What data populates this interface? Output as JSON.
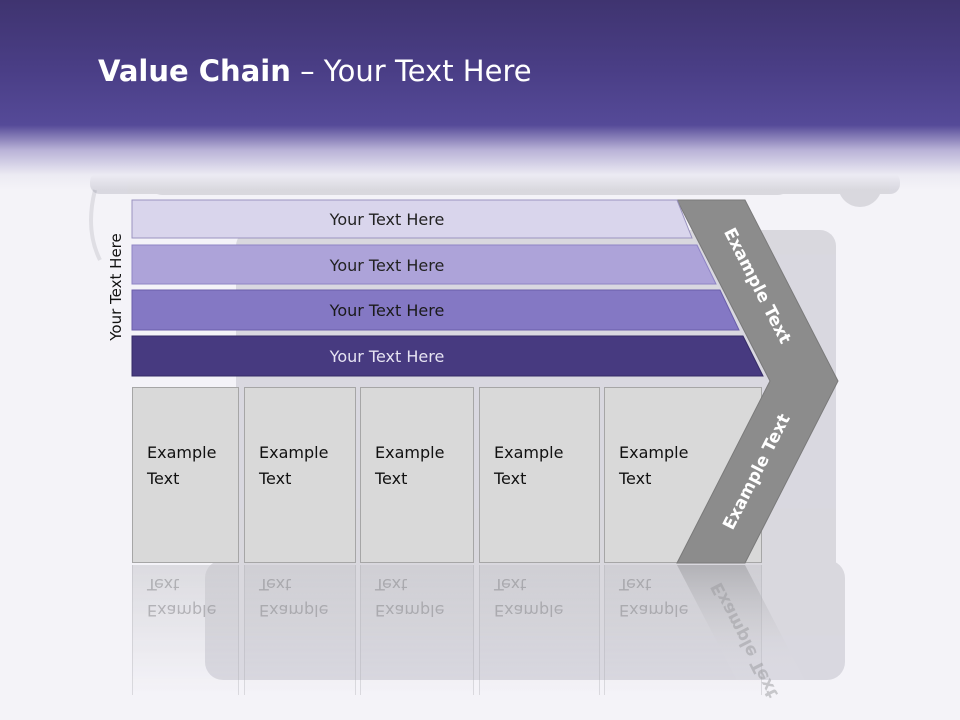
{
  "title": {
    "bold": "Value Chain",
    "rest": " – Your Text Here"
  },
  "side_label": "Your Text Here",
  "bars": [
    {
      "label": "Your Text Here",
      "fill": "#d9d5ec",
      "text": "#222222"
    },
    {
      "label": "Your Text Here",
      "fill": "#ada3d9",
      "text": "#222222"
    },
    {
      "label": "Your Text Here",
      "fill": "#8478c4",
      "text": "#1a1a1a"
    },
    {
      "label": "Your Text Here",
      "fill": "#473a80",
      "text": "#e6e3f2"
    }
  ],
  "columns": [
    {
      "line1": "Example",
      "line2": "Text"
    },
    {
      "line1": "Example",
      "line2": "Text"
    },
    {
      "line1": "Example",
      "line2": "Text"
    },
    {
      "line1": "Example",
      "line2": "Text"
    },
    {
      "line1": "Example",
      "line2": "Text"
    }
  ],
  "chevron": {
    "top_label": "Example Text",
    "bottom_label": "Example Text",
    "fill": "#8c8c8c"
  }
}
